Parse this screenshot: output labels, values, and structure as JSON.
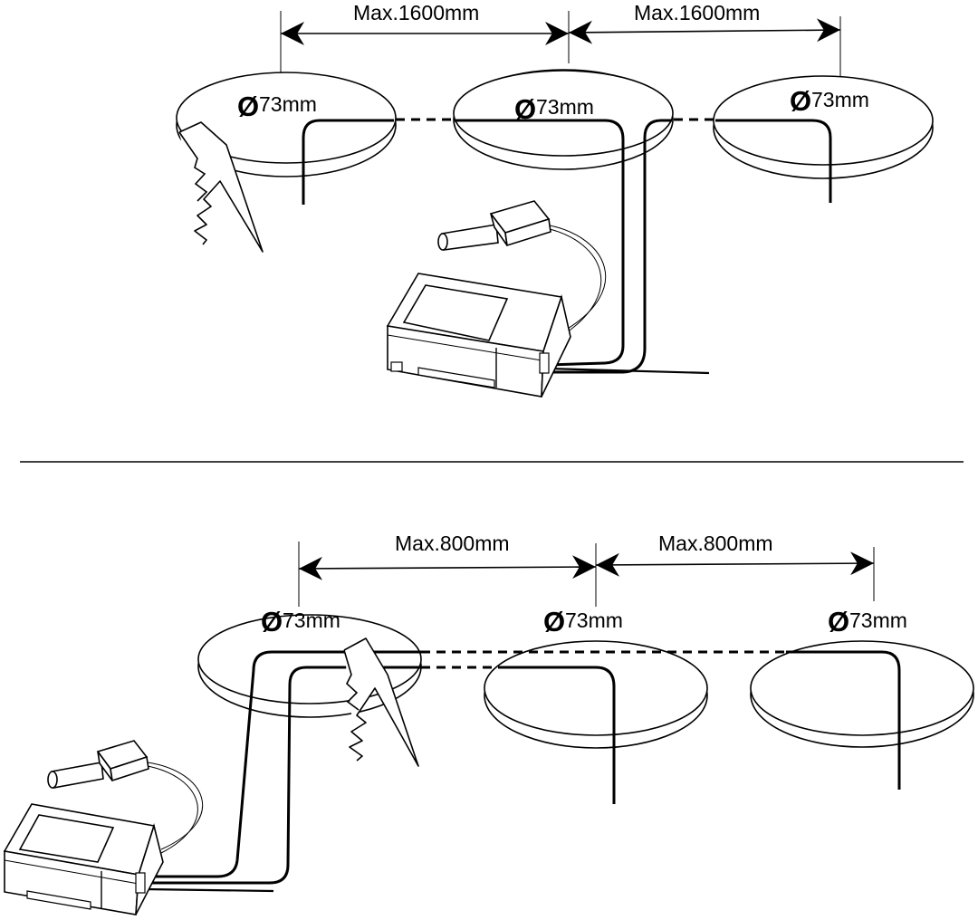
{
  "top_panel": {
    "spacing_labels": [
      "Max.1600mm",
      "Max.1600mm"
    ],
    "diameter_prefix": "Ø",
    "diameter_labels": [
      "73mm",
      "73mm",
      "73mm"
    ]
  },
  "bottom_panel": {
    "spacing_labels": [
      "Max.800mm",
      "Max.800mm"
    ],
    "diameter_prefix": "Ø",
    "diameter_labels": [
      "73mm",
      "73mm",
      "73mm"
    ]
  },
  "colors": {
    "ink": "#000000",
    "background": "#ffffff"
  }
}
